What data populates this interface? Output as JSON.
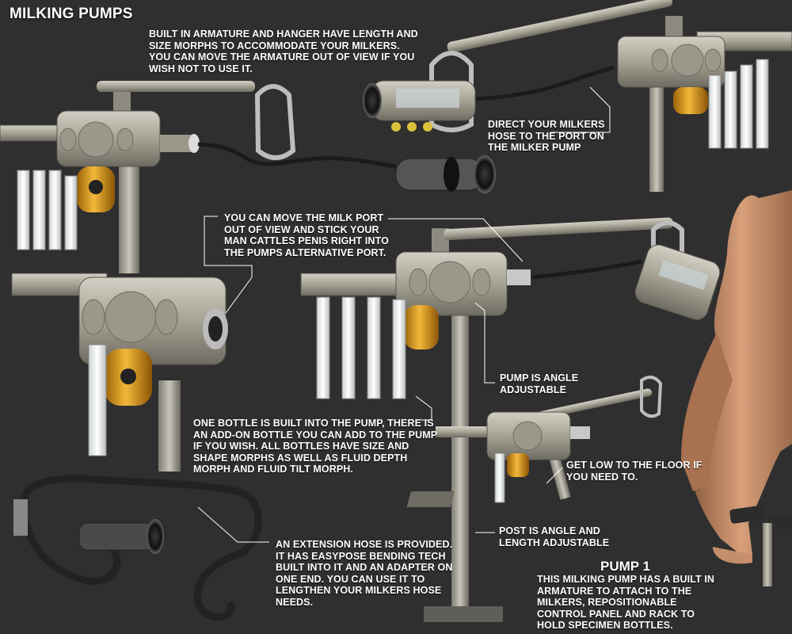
{
  "title": "MILKING PUMPS",
  "callouts": {
    "armature": "BUILT IN ARMATURE AND HANGER HAVE LENGTH AND SIZE MORPHS TO ACCOMMODATE YOUR MILKERS. YOU CAN MOVE THE ARMATURE OUT OF VIEW IF YOU WISH NOT TO USE IT.",
    "direct_hose": "DIRECT YOUR MILKERS HOSE TO THE PORT ON THE MILKER PUMP",
    "milk_port": "YOU CAN MOVE THE MILK PORT OUT OF VIEW AND STICK YOUR MAN CATTLES PENIS RIGHT INTO THE PUMPS ALTERNATIVE PORT.",
    "angle": "PUMP IS ANGLE ADJUSTABLE",
    "bottle": "ONE BOTTLE IS BUILT INTO THE PUMP, THERE IS AN ADD-ON BOTTLE YOU CAN ADD TO THE PUMP IF YOU WISH.  ALL BOTTLES HAVE SIZE AND SHAPE MORPHS AS WELL AS FLUID DEPTH MORPH AND FLUID TILT MORPH.",
    "floor": "GET LOW TO THE FLOOR IF YOU NEED TO.",
    "post": "POST IS ANGLE AND LENGTH ADJUSTABLE",
    "hose": "AN EXTENSION HOSE IS PROVIDED. IT HAS EASYPOSE BENDING TECH BUILT INTO IT AND AN ADAPTER ON ONE END.  YOU CAN USE IT TO LENGTHEN YOUR MILKERS HOSE NEEDS."
  },
  "pump1": {
    "heading": "PUMP 1",
    "description": "THIS MILKING PUMP HAS A BUILT IN ARMATURE TO ATTACH TO THE MILKERS, REPOSITIONABLE CONTROL PANEL AND RACK TO HOLD SPECIMEN BOTTLES."
  },
  "colors": {
    "background": "#2f2f2f",
    "housing": "#a8a396",
    "canister": "#e8a21c",
    "text": "#ffffff"
  }
}
